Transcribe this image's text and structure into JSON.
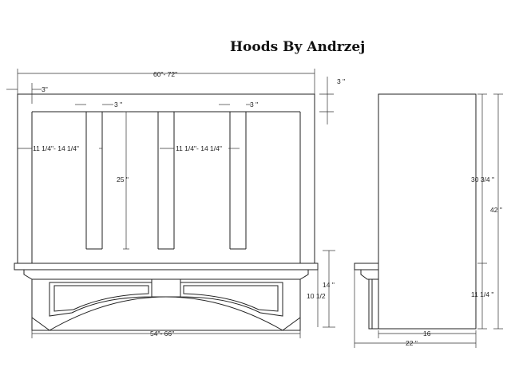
{
  "title": "Hoods By Andrzej",
  "dims": {
    "overall_width": "60\"- 72\"",
    "stile_width": "3\"",
    "top_rail_right": "3 \"",
    "rail_left": "3 \"",
    "rail_right": "3 \"",
    "panel_left": "11 1/4\"- 14 1/4\"",
    "panel_right": "11 1/4\"- 14 1/4\"",
    "panel_height": "25 \"",
    "valance_height": "14 \"",
    "valance_inner": "10 1/2",
    "bottom_width": "54\"- 66\"",
    "side_upper": "30 3/4 \"",
    "side_total": "42 \"",
    "side_lower": "11 1/4 \"",
    "side_depth": "16",
    "side_overall_depth": "22 \""
  }
}
